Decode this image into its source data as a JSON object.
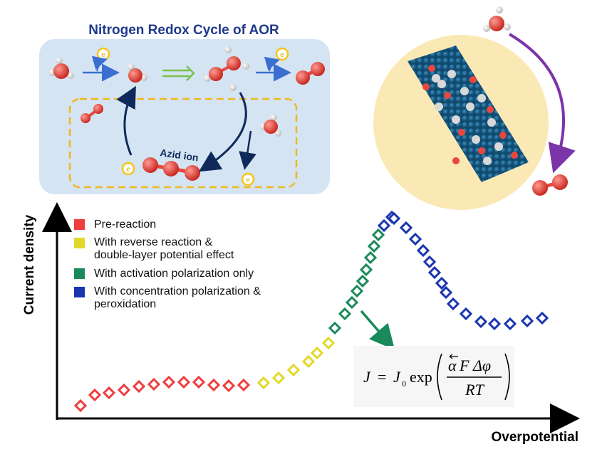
{
  "top_left_panel": {
    "title": "Nitrogen Redox Cycle of AOR",
    "electron_label": "e",
    "center_label": "Azid ion"
  },
  "colors": {
    "panel_bg": "#d4e4f3",
    "title_blue": "#1f3a8a",
    "dashed_box": "#f0b81c",
    "electron_ring": "#f5c518",
    "arrow_blue": "#3a6fd0",
    "arrow_green": "#7cc04a",
    "arrow_navy": "#0f2a5a",
    "arrow_purple": "#7b35a8",
    "oxygen_red": "#e8473f",
    "hydrogen_white": "#eeeeee",
    "catalyst_blue": "#1b5e86",
    "catalyst_bg": "#fbe9b5",
    "pre_reaction": "#ee3e3e",
    "reverse_reaction": "#e2d92a",
    "activation": "#1a8a5a",
    "concentration": "#1a35b0",
    "formula_arrow": "#1a8a5a"
  },
  "equation": {
    "lhs": "J",
    "equals": "=",
    "j0": "J",
    "j0_sub": "0",
    "exp": "exp",
    "num_alpha": "α",
    "num_rest": "F Δφ",
    "den": "RT"
  },
  "chart_data": {
    "type": "scatter",
    "xlabel": "Overpotential",
    "ylabel": "Current density",
    "x_ticks": "none",
    "y_ticks": "none",
    "legend_position": "upper-left",
    "legend": [
      {
        "key": "pre",
        "label": "Pre-reaction",
        "color": "#ee3e3e"
      },
      {
        "key": "rev",
        "label": "With reverse reaction &\n double-layer potential effect",
        "color": "#e2d92a"
      },
      {
        "key": "act",
        "label": "With activation polarization only",
        "color": "#1a8a5a"
      },
      {
        "key": "conc",
        "label": "With concentration polarization &\n peroxidation",
        "color": "#1a35b0"
      }
    ],
    "series": [
      {
        "name": "Pre-reaction",
        "color": "#ee3e3e",
        "points": [
          [
            113,
            570
          ],
          [
            133,
            555
          ],
          [
            153,
            552
          ],
          [
            174,
            548
          ],
          [
            195,
            543
          ],
          [
            216,
            540
          ],
          [
            237,
            537
          ],
          [
            258,
            537
          ],
          [
            279,
            537
          ],
          [
            300,
            541
          ],
          [
            321,
            542
          ],
          [
            342,
            541
          ]
        ]
      },
      {
        "name": "With reverse reaction & double-layer potential effect",
        "color": "#e2d92a",
        "points": [
          [
            370,
            538
          ],
          [
            391,
            531
          ],
          [
            412,
            520
          ],
          [
            433,
            508
          ],
          [
            445,
            496
          ],
          [
            461,
            482
          ]
        ]
      },
      {
        "name": "With activation polarization only",
        "color": "#1a8a5a",
        "points": [
          [
            470,
            461
          ],
          [
            484,
            441
          ],
          [
            494,
            425
          ],
          [
            501,
            409
          ],
          [
            509,
            395
          ],
          [
            514,
            379
          ],
          [
            520,
            362
          ],
          [
            525,
            346
          ],
          [
            531,
            330
          ]
        ]
      },
      {
        "name": "With concentration polarization & peroxidation",
        "color": "#1a35b0",
        "points": [
          [
            539,
            317
          ],
          [
            550,
            305
          ],
          [
            553,
            307
          ],
          [
            570,
            320
          ],
          [
            583,
            336
          ],
          [
            594,
            352
          ],
          [
            603,
            368
          ],
          [
            610,
            383
          ],
          [
            620,
            398
          ],
          [
            626,
            411
          ],
          [
            636,
            427
          ],
          [
            654,
            441
          ],
          [
            675,
            452
          ],
          [
            694,
            455
          ],
          [
            716,
            455
          ],
          [
            740,
            451
          ],
          [
            761,
            447
          ]
        ]
      }
    ]
  }
}
